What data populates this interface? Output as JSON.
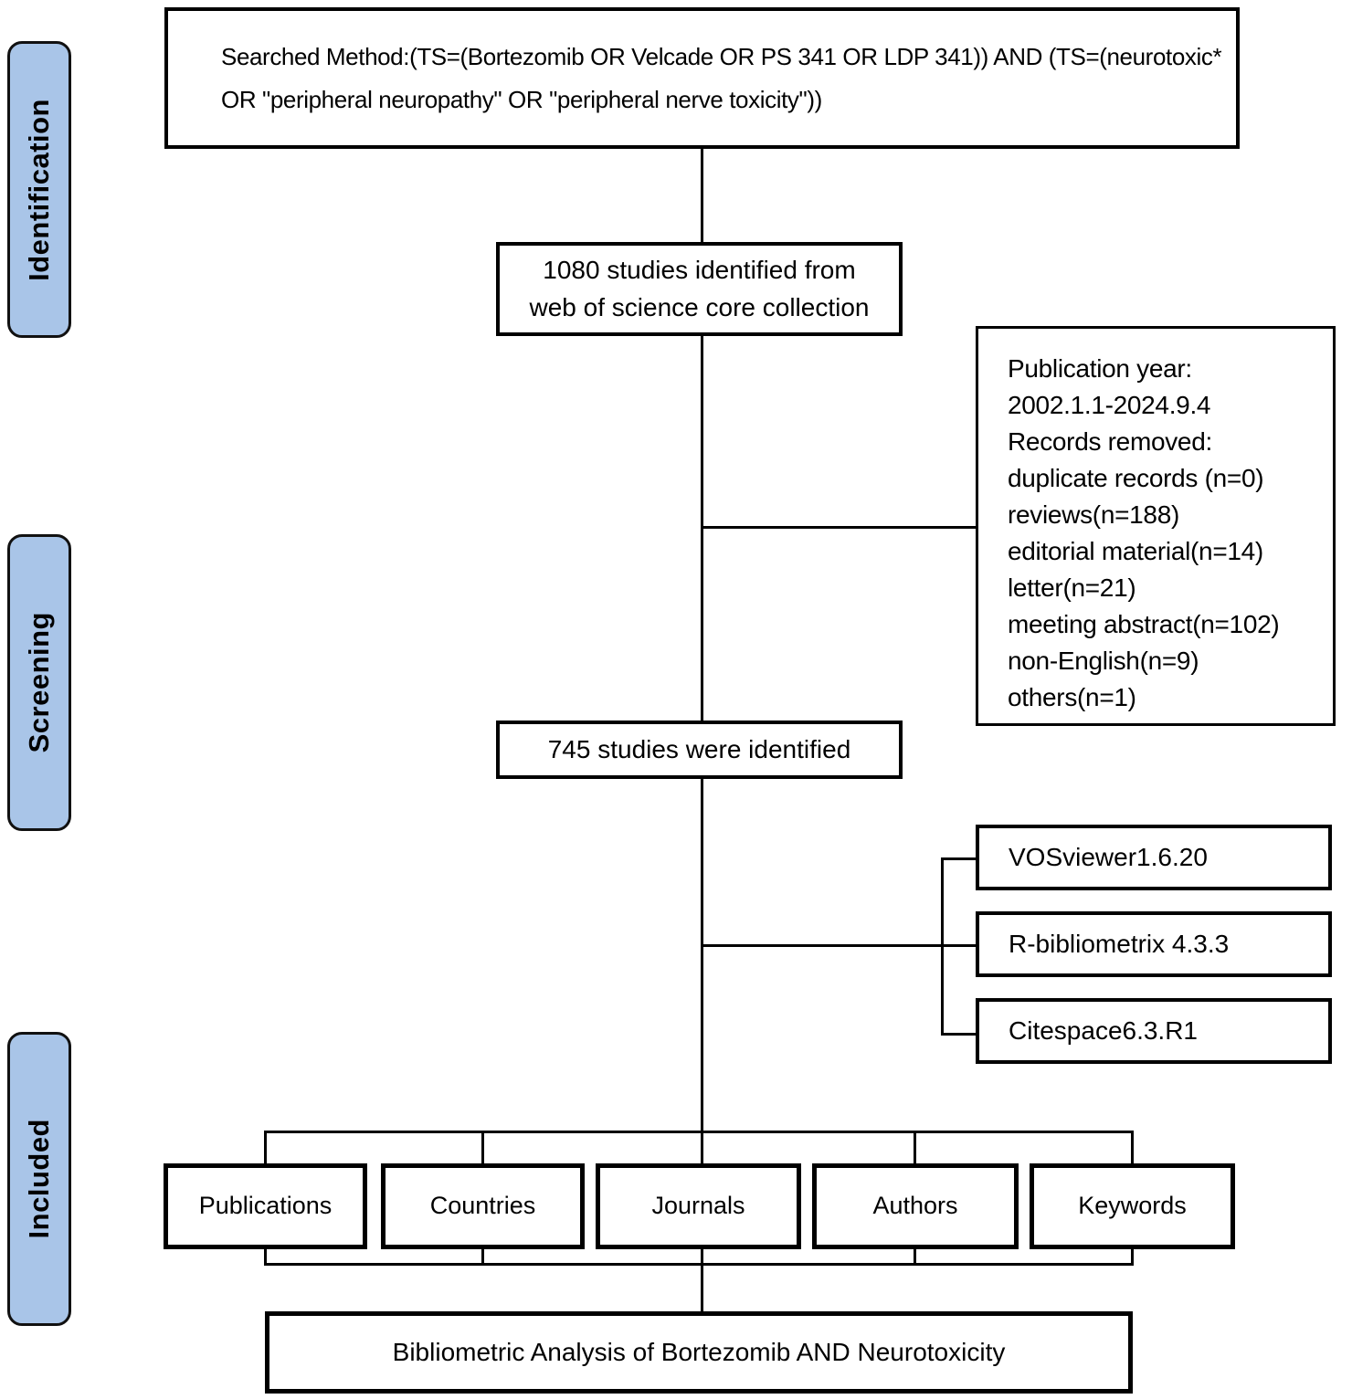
{
  "colors": {
    "stage_fill": "#a9c5e8",
    "line": "#000000",
    "box_border": "#000000",
    "background": "#ffffff"
  },
  "stage_labels": [
    {
      "label": "Identification"
    },
    {
      "label": "Screening"
    },
    {
      "label": "Included"
    }
  ],
  "search_box": {
    "line1": "Searched Method:(TS=(Bortezomib OR Velcade OR PS 341 OR LDP 341)) AND (TS=(neurotoxic*",
    "line2": "OR \"peripheral neuropathy\" OR \"peripheral nerve toxicity\"))"
  },
  "identified_box": {
    "line1": "1080 studies identified from",
    "line2": "web of science core collection"
  },
  "records_box": {
    "lines": [
      "Publication year:",
      "2002.1.1-2024.9.4",
      "Records removed:",
      "duplicate records (n=0)",
      "reviews(n=188)",
      "editorial material(n=14)",
      "letter(n=21)",
      "meeting abstract(n=102)",
      "non-English(n=9)",
      "others(n=1)"
    ]
  },
  "screened_box": {
    "text": "745 studies were identified"
  },
  "tool_boxes": [
    {
      "label": "VOSviewer1.6.20"
    },
    {
      "label": "R-bibliometrix 4.3.3"
    },
    {
      "label": "Citespace6.3.R1"
    }
  ],
  "category_boxes": [
    {
      "label": "Publications"
    },
    {
      "label": "Countries"
    },
    {
      "label": "Journals"
    },
    {
      "label": "Authors"
    },
    {
      "label": "Keywords"
    }
  ],
  "final_box": {
    "text": "Bibliometric Analysis of Bortezomib AND Neurotoxicity"
  }
}
